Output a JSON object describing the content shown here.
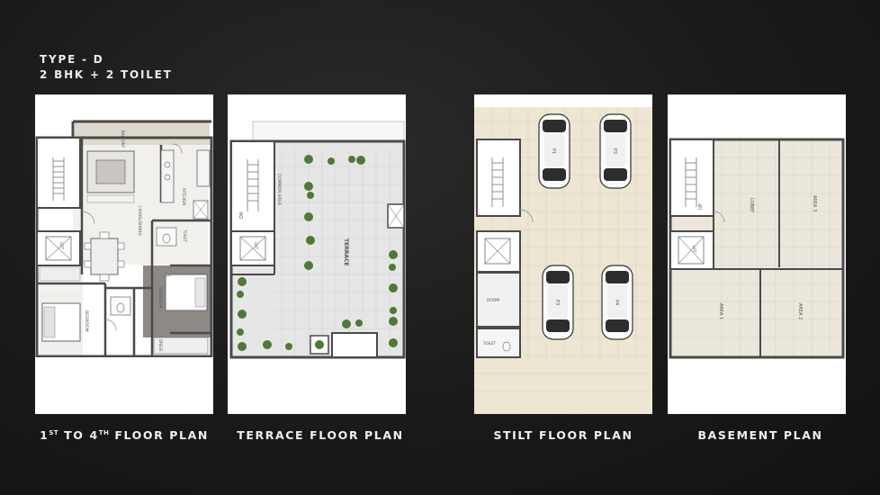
{
  "header": {
    "type": "TYPE - D",
    "config": "2 BHK + 2 TOILET"
  },
  "plans": [
    {
      "ord": "1",
      "sup1": "ST",
      "to": " TO 4",
      "sup2": "TH",
      "rest": " FLOOR PLAN"
    },
    {
      "title": "TERRACE FLOOR PLAN"
    },
    {
      "title": "STILT FLOOR PLAN"
    },
    {
      "title": "BASEMENT PLAN"
    }
  ],
  "floor_labels": {
    "balcony": "BALCONY",
    "living": "LIVING/DINING",
    "kitchen": "KITCHEN",
    "toilet": "TOILET",
    "bedroom1": "BEDROOM",
    "bedroom2": "BEDROOM",
    "dress": "DRESS",
    "lift": "LIFT"
  },
  "terrace_labels": {
    "dn": "DN",
    "common": "COMMON AREA",
    "terrace": "TERRACE",
    "lift": "LIFT"
  },
  "stilt_labels": {
    "room": "ROOM",
    "toilet": "TOILET",
    "parking": [
      "P1",
      "P2",
      "P3",
      "P4"
    ]
  },
  "basement_labels": {
    "up": "UP",
    "lobby": "LOBBY",
    "area1": "AREA 1",
    "area2": "AREA 2",
    "area3": "AREA 3",
    "lift": "LIFT"
  },
  "colors": {
    "background": "#1a1a1a",
    "wall": "#4a4a4a",
    "stilt_floor": "#ece6d3",
    "basement_floor": "#ebe7dc",
    "terrace_floor": "#e4e4e4",
    "plant": "#4e7a34"
  }
}
